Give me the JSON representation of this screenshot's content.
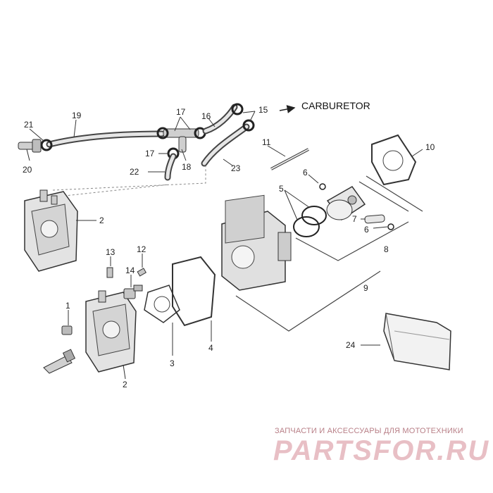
{
  "diagram": {
    "labels": {
      "l1": "1",
      "l2a": "2",
      "l2b": "2",
      "l3": "3",
      "l4": "4",
      "l5": "5",
      "l6a": "6",
      "l6b": "6",
      "l7": "7",
      "l8": "8",
      "l9": "9",
      "l10": "10",
      "l11": "11",
      "l12": "12",
      "l13": "13",
      "l14": "14",
      "l15": "15",
      "l16": "16",
      "l17a": "17",
      "l17b": "17",
      "l18": "18",
      "l19": "19",
      "l20": "20",
      "l21": "21",
      "l22": "22",
      "l23": "23",
      "l24": "24"
    },
    "carburetor": "CARBURETOR"
  },
  "watermark": {
    "tagline": "ЗАПЧАСТИ И АКСЕССУАРЫ ДЛЯ МОТОТЕХНИКИ",
    "brand": "PARTSFOR.RU"
  },
  "colors": {
    "line": "#333333",
    "part_fill": "#d9d9d9",
    "watermark": "#d68a96"
  }
}
